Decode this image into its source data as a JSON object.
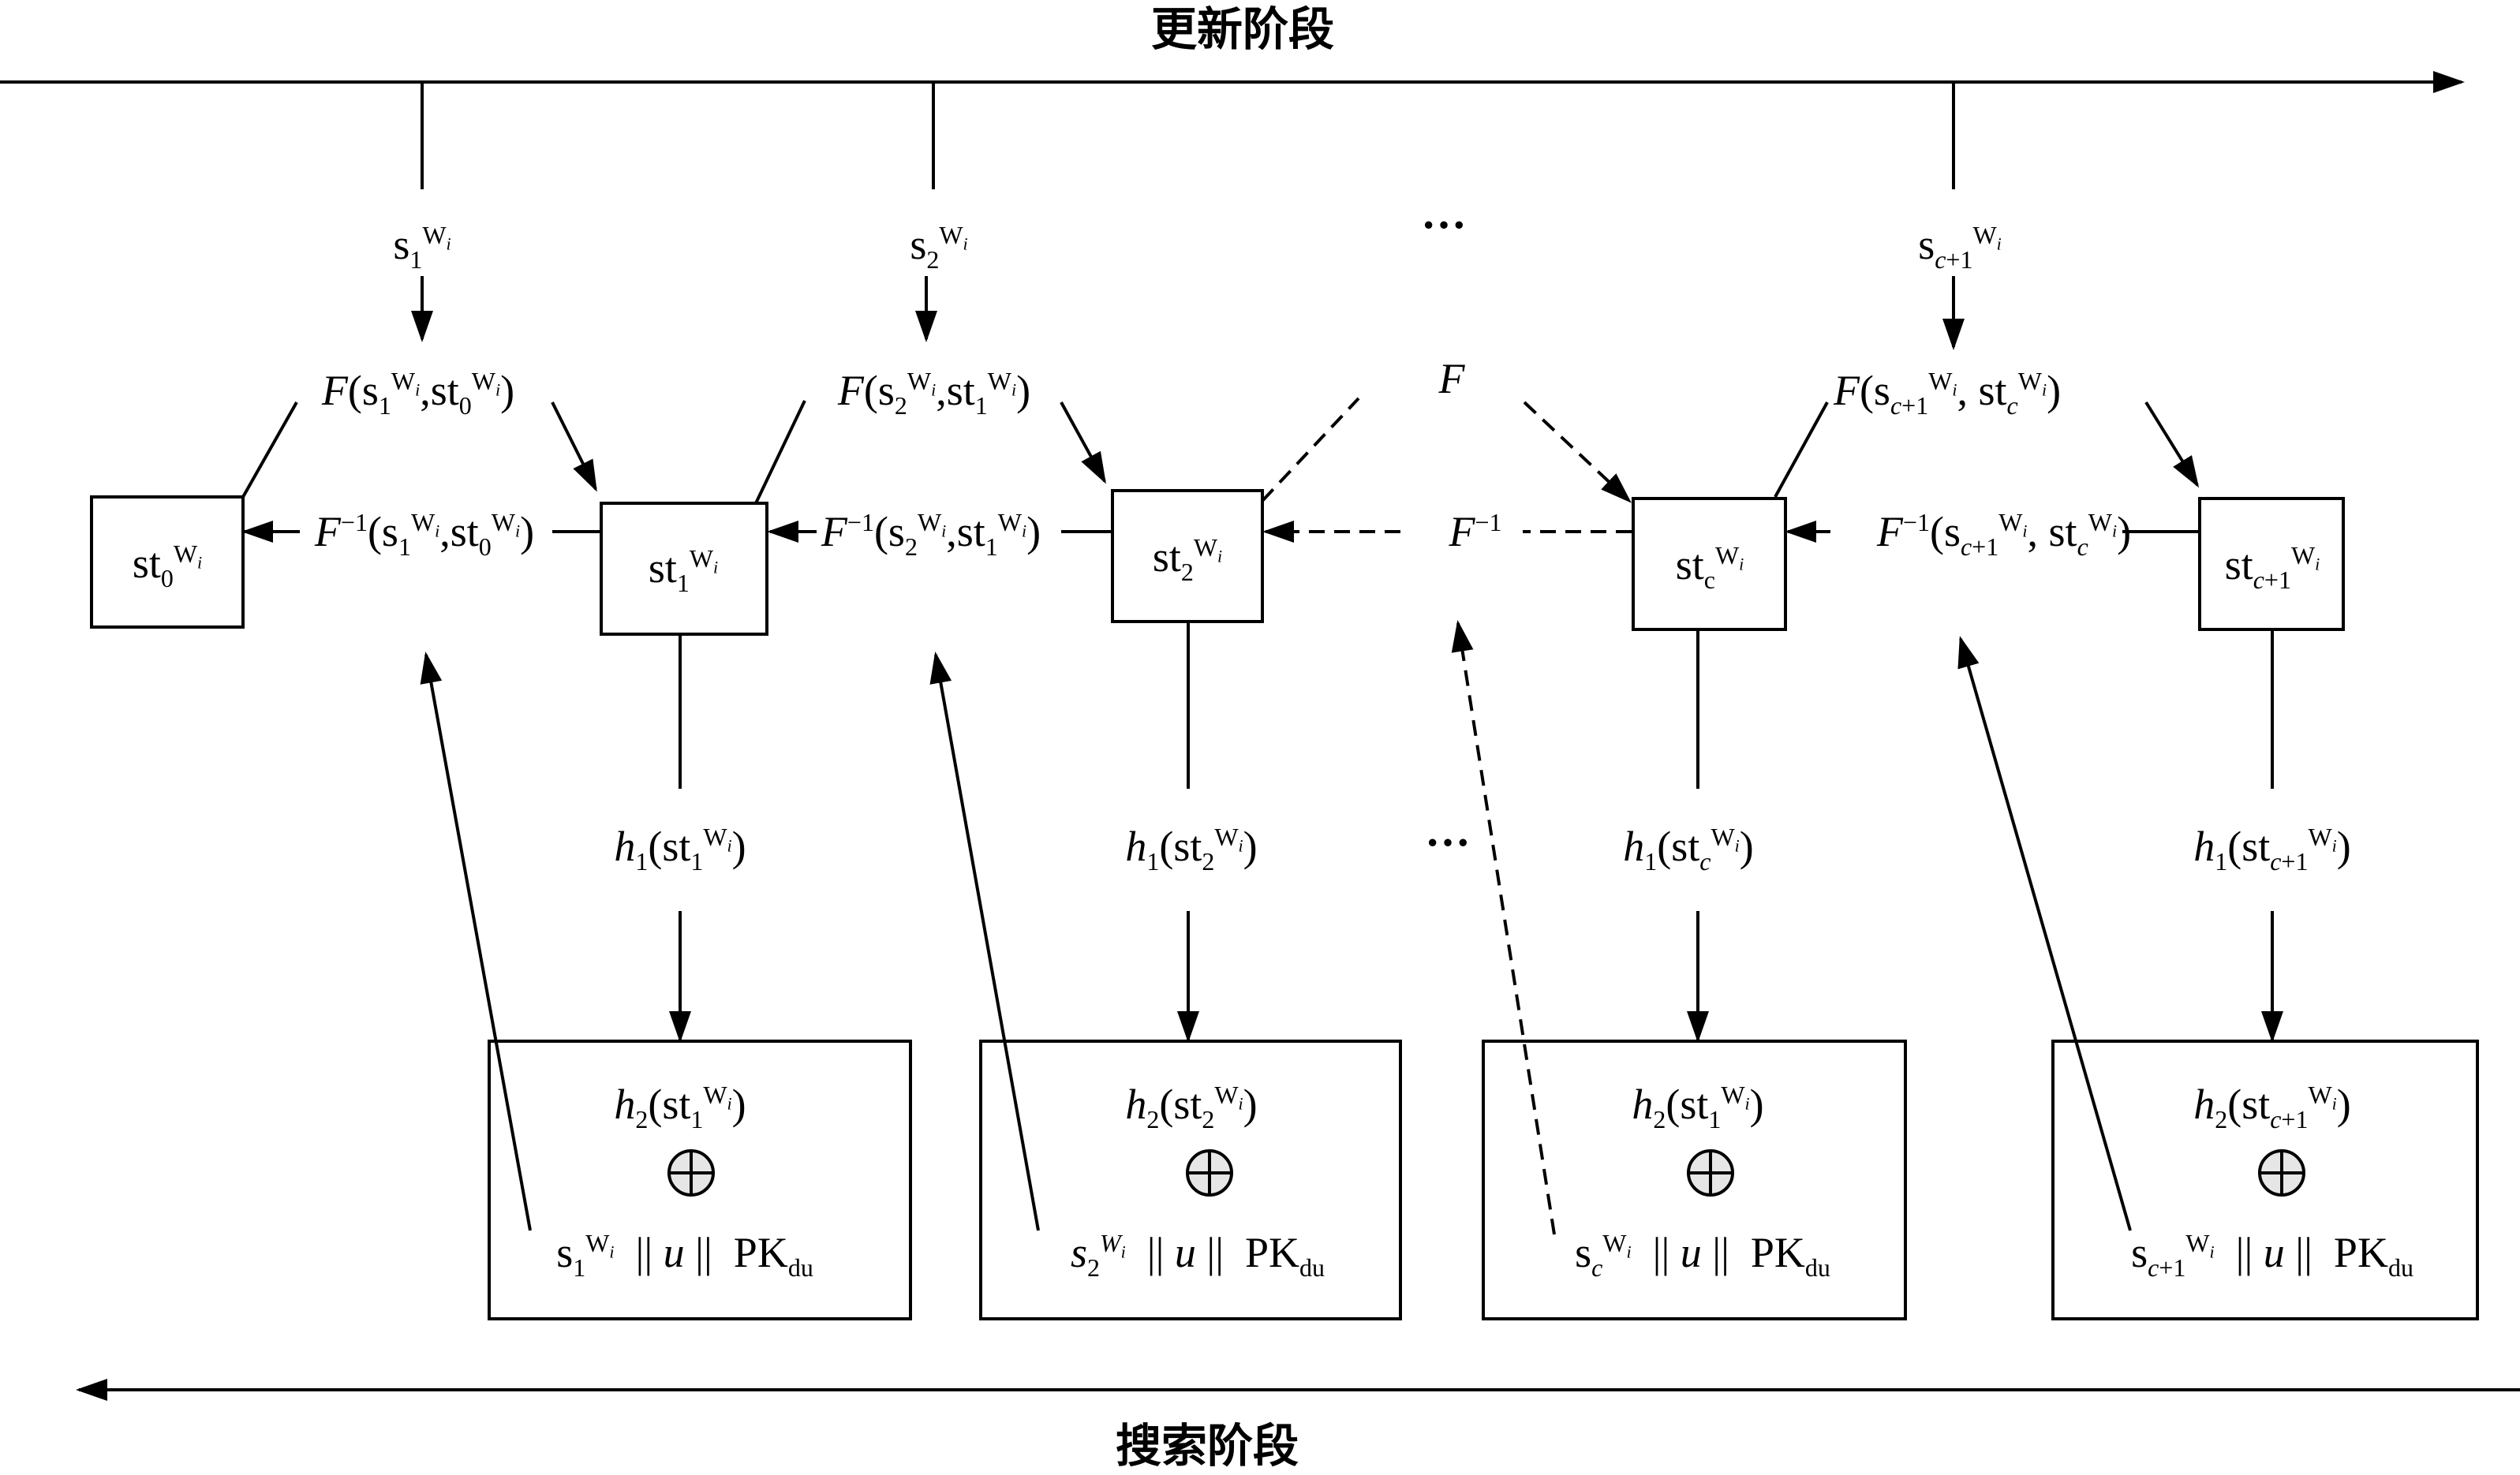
{
  "phases": {
    "update": "更新阶段",
    "search": "搜索阶段"
  },
  "ellipsis": "···",
  "states": [
    {
      "base": "st",
      "sub": "0",
      "sup": "W",
      "supsub": "i"
    },
    {
      "base": "st",
      "sub": "1",
      "sup": "W",
      "supsub": "i"
    },
    {
      "base": "st",
      "sub": "2",
      "sup": "W",
      "supsub": "i"
    },
    {
      "base": "st",
      "sub": "c",
      "sup": "W",
      "supsub": "i"
    },
    {
      "base": "st",
      "sub": "c+1",
      "sup": "W",
      "supsub": "i"
    }
  ],
  "seeds": [
    {
      "base": "s",
      "sub": "1",
      "sup": "W",
      "supsub": "i"
    },
    {
      "base": "s",
      "sub": "2",
      "sup": "W",
      "supsub": "i"
    },
    {
      "base": "s",
      "sub": "c+1",
      "sup": "W",
      "supsub": "i"
    }
  ],
  "forward_labels": [
    "F(s1Wi,st0Wi)",
    "F(s2Wi,st1Wi)",
    "F",
    "F(sc+1Wi, stcWi)"
  ],
  "inverse_labels": [
    "F−1(s1Wi,st0Wi)",
    "F−1(s2Wi,st1Wi)",
    "F−1",
    "F−1(sc+1Wi, stcWi)"
  ],
  "h1_labels": [
    "h1(st1Wi)",
    "h1(st2Wi)",
    "h1(stcWi)",
    "h1(stc+1Wi)"
  ],
  "boxes": [
    {
      "top": "h2(st1Wi)",
      "bottom_seed": "s1Wi",
      "u": "u",
      "pk": "PK",
      "pk_sub": "du"
    },
    {
      "top": "h2(st2Wi)",
      "bottom_seed": "s2Wi",
      "u": "u",
      "pk": "PK",
      "pk_sub": "du"
    },
    {
      "top": "h2(st1Wi)",
      "bottom_seed": "scWi",
      "u": "u",
      "pk": "PK",
      "pk_sub": "du"
    },
    {
      "top": "h2(stc+1Wi)",
      "bottom_seed": "sc+1Wi",
      "u": "u",
      "pk": "PK",
      "pk_sub": "du"
    }
  ],
  "concat": "||"
}
